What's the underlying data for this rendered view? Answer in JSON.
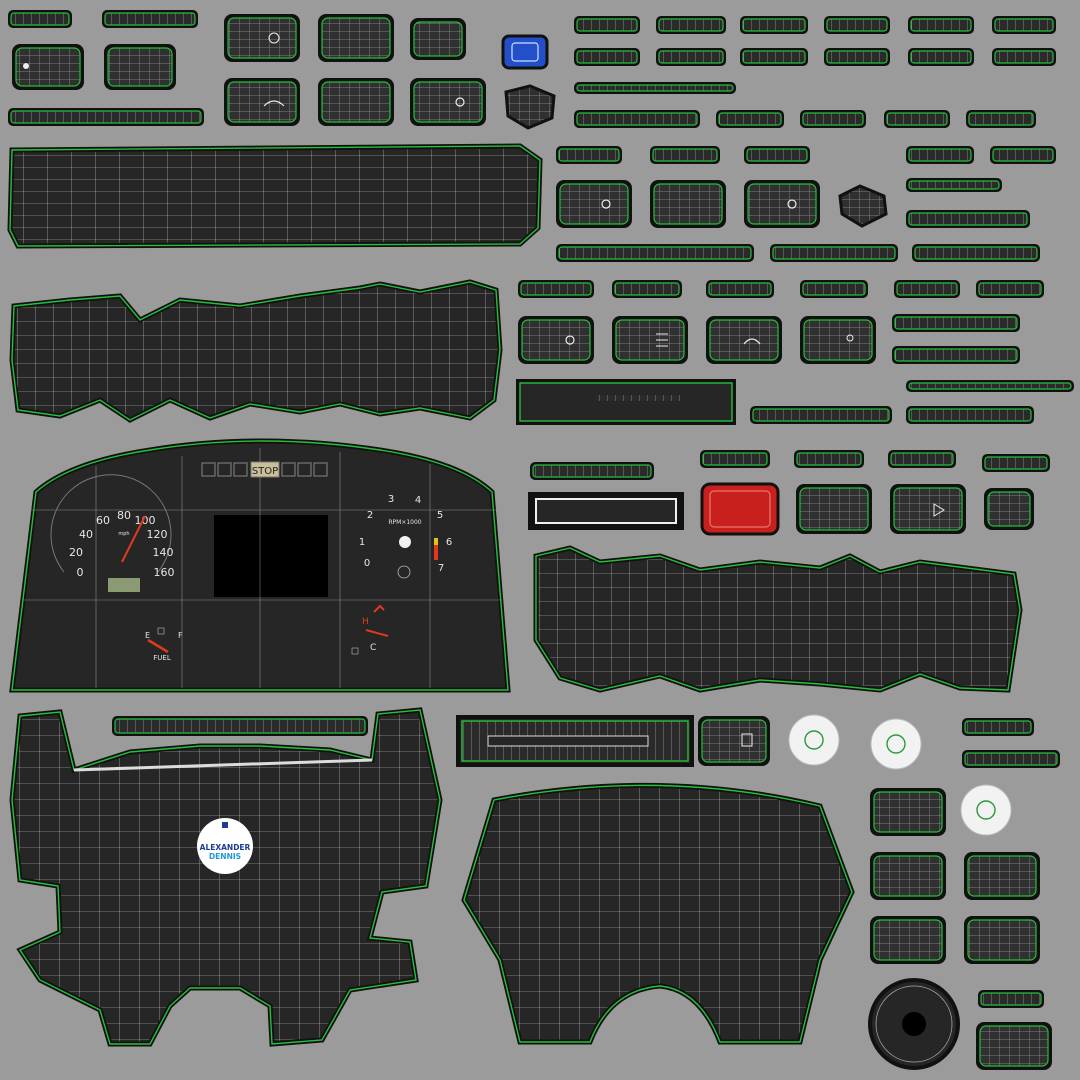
{
  "speedometer": {
    "ticks": [
      "0",
      "20",
      "40",
      "60",
      "80",
      "100",
      "120",
      "140",
      "160"
    ],
    "unit": "mph"
  },
  "tachometer": {
    "ticks": [
      "0",
      "1",
      "2",
      "3",
      "4",
      "5",
      "6",
      "7"
    ],
    "unit": "RPM×1000"
  },
  "fuel_gauge": {
    "empty": "E",
    "full": "F",
    "label": "FUEL"
  },
  "temp_gauge": {
    "hot": "H",
    "cold": "C"
  },
  "stop_indicator": "STOP",
  "logo": {
    "line1": "ALEXANDER",
    "line2": "DENNIS"
  },
  "colors": {
    "background": "#9b9b9b",
    "panel": "#232323",
    "uv_edge": "#25c03a",
    "wire": "#dcdcdc",
    "needle": "#e03a1c",
    "hazard_button": "#c8201c",
    "blue_button": "#2350c8",
    "stop_lamp": "#c9c09a"
  },
  "icons": [
    "wiper-icon",
    "horn-icon",
    "sun-icon",
    "light-icon",
    "headlamp-icon",
    "fog-light-icon",
    "hazard-icon",
    "play-icon",
    "door-icon",
    "cabin-light-icon",
    "fan-icon",
    "stop-icon",
    "fuel-icon",
    "coolant-icon"
  ]
}
